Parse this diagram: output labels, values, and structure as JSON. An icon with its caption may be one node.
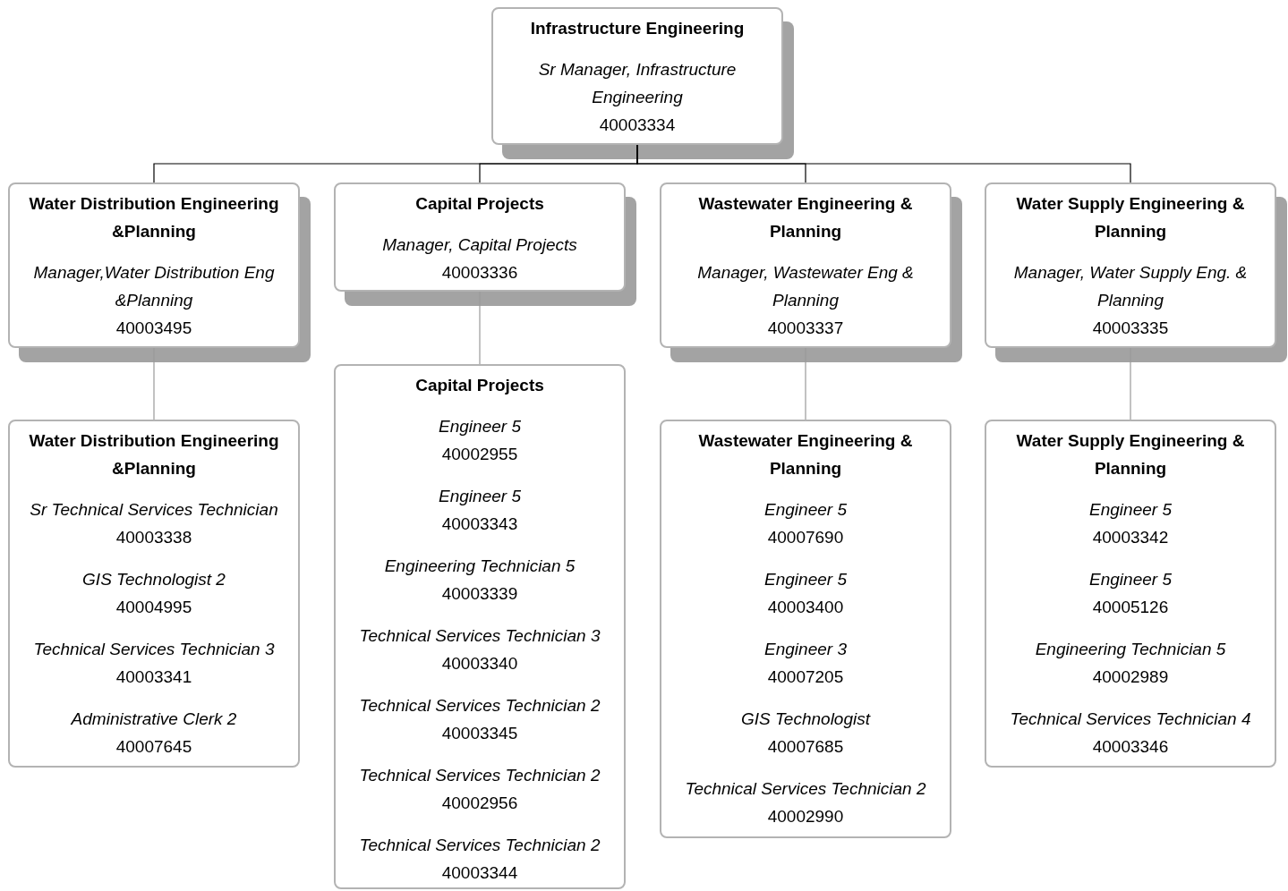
{
  "diagram": {
    "nodes": [
      {
        "text": [
          "Infrastructure Engineering",
          "Sr Manager, Infrastructure Engineering",
          "40003334"
        ]
      },
      {
        "text": [
          "Water Distribution Engineering &Planning",
          "Manager,Water Distribution Eng &Planning",
          "40003495"
        ]
      },
      {
        "text": [
          "Capital Projects",
          "Manager, Capital Projects",
          "40003336"
        ]
      },
      {
        "text": [
          "Wastewater Engineering & Planning",
          "Manager, Wastewater Eng & Planning",
          "40003337"
        ]
      },
      {
        "text": [
          "Water Supply Engineering & Planning",
          "Manager, Water Supply Eng. & Planning",
          "40003335"
        ]
      },
      {
        "text": [
          "Water Distribution Engineering &Planning",
          "Sr Technical Services Technician",
          "40003338",
          "GIS Technologist 2",
          "40004995",
          "Technical Services Technician 3",
          "40003341",
          "Administrative Clerk 2",
          "40007645"
        ]
      },
      {
        "text": [
          "Capital Projects",
          "Engineer 5",
          "40002955",
          "Engineer 5",
          "40003343",
          "Engineering Technician 5",
          "40003339",
          "Technical Services Technician 3",
          "40003340",
          "Technical Services Technician 2",
          "40003345",
          "Technical Services Technician 2",
          "40002956",
          "Technical Services Technician 2",
          "40003344"
        ]
      },
      {
        "text": [
          "Wastewater Engineering & Planning",
          "Engineer 5",
          "40007690",
          "Engineer 5",
          "40003400",
          "Engineer 3",
          "40007205",
          "GIS Technologist",
          "40007685",
          "Technical Services Technician 2",
          "40002990"
        ]
      },
      {
        "text": [
          "Water Supply Engineering & Planning",
          "Engineer 5",
          "40003342",
          "Engineer 5",
          "40005126",
          "Engineering Technician 5",
          "40002989",
          "Technical Services Technician 4",
          "40003346"
        ]
      }
    ],
    "edges": [
      {
        "from": 0,
        "to": 1,
        "arrow": "none"
      },
      {
        "from": 0,
        "to": 2,
        "arrow": "none"
      },
      {
        "from": 0,
        "to": 3,
        "arrow": "none"
      },
      {
        "from": 0,
        "to": 4,
        "arrow": "none"
      },
      {
        "from": 1,
        "to": 5,
        "arrow": "none",
        "color": "#999999"
      },
      {
        "from": 2,
        "to": 6,
        "arrow": "none",
        "color": "#999999"
      },
      {
        "from": 3,
        "to": 7,
        "arrow": "none",
        "color": "#999999"
      },
      {
        "from": 4,
        "to": 8,
        "arrow": "none",
        "color": "#999999"
      }
    ]
  }
}
